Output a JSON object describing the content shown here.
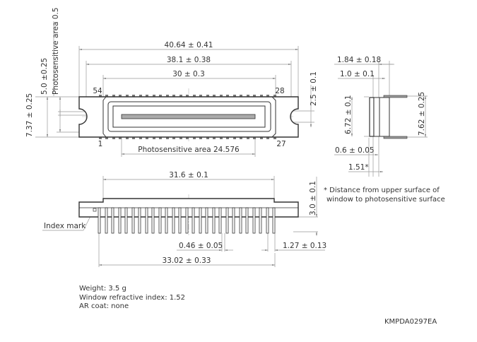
{
  "drawing": {
    "title_code": "KMPDA0297EA",
    "top_view": {
      "dims": {
        "overall_width": "40.64 ± 0.41",
        "notch_pitch": "38.1 ± 0.38",
        "window_width": "30 ± 0.3",
        "photosensitive_length": "Photosensitive area 24.576",
        "photosensitive_height": "Photosensitive area 0.5",
        "center_offset": "5.0 ±0.25",
        "body_height": "7.37 ± 0.25",
        "notch_height": "2.5 ± 0.1"
      },
      "pin_labels": {
        "top_left": "54",
        "top_right": "28",
        "bottom_left": "1",
        "bottom_right": "27"
      }
    },
    "side_view": {
      "dims": {
        "total_thickness": "1.84 ± 0.18",
        "window_thickness": "1.0 ± 0.1",
        "body_height": "6.72 ± 0.1",
        "lead_span": "7.62 ± 0.25",
        "lead_thickness": "0.6 ± 0.05",
        "sensor_depth": "1.51*"
      }
    },
    "front_view": {
      "dims": {
        "window_length": "31.6 ± 0.1",
        "height": "3.0 ± 0.1",
        "lead_width": "0.46 ± 0.05",
        "lead_pitch": "1.27 ± 0.13",
        "lead_span": "33.02 ± 0.33"
      },
      "index_mark_label": "Index mark"
    },
    "footnote": [
      "* Distance from upper surface of",
      "window to photosensitive surface"
    ],
    "specs": [
      "Weight: 3.5 g",
      "Window refractive index: 1.52",
      "AR coat: none"
    ],
    "colors": {
      "line": "#333333",
      "dim_line": "#999999",
      "sensor_fill": "#aaaaaa"
    }
  }
}
